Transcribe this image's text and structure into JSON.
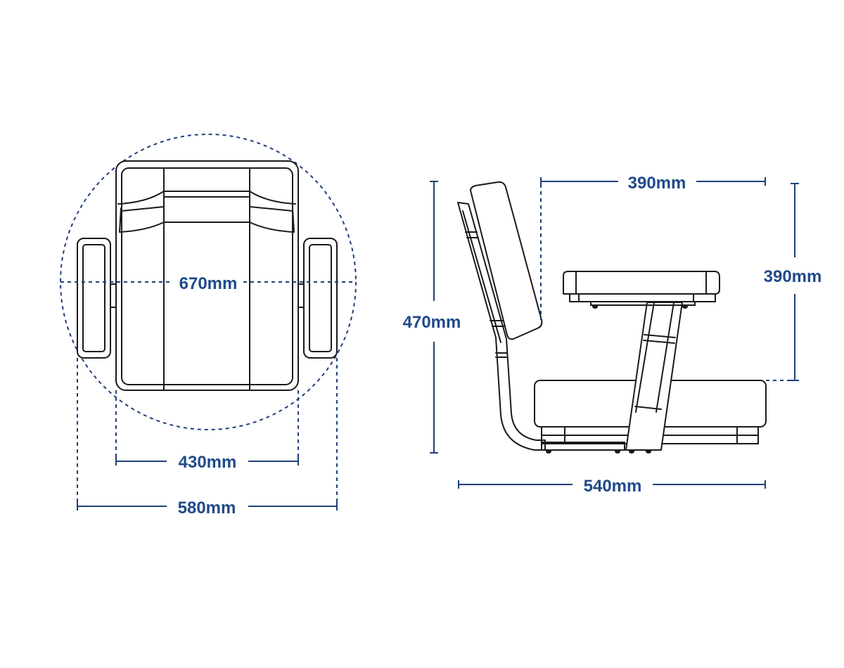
{
  "dimensions": {
    "top_view_diagonal": "670mm",
    "seat_width": "430mm",
    "overall_width": "580mm",
    "armrest_length": "390mm",
    "armrest_height": "390mm",
    "overall_height": "470mm",
    "overall_depth": "540mm"
  },
  "colors": {
    "dimension_line": "#1f3f7a",
    "dimension_text": "#1f4a8a",
    "outline": "#1a1a1a"
  }
}
